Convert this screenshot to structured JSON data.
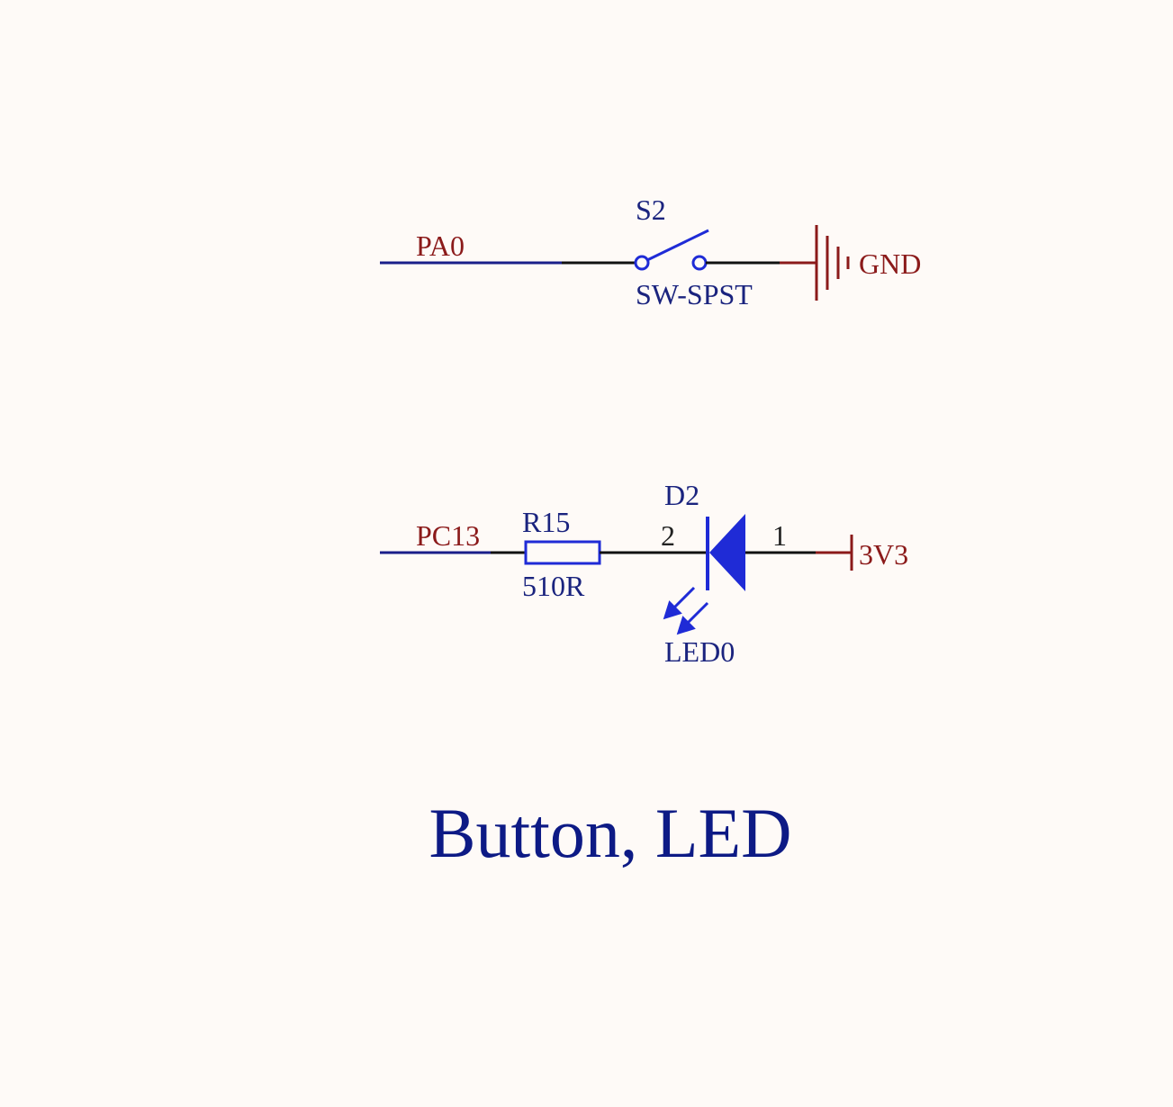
{
  "colors": {
    "background": "#fefaf7",
    "component": "#1f2bd6",
    "net_wire": "#1a1f8a",
    "power": "#8b1a1a",
    "wire": "#111111",
    "text_blue": "#1a237e",
    "title": "#0d1a85"
  },
  "switch_circuit": {
    "net_label": "PA0",
    "designator": "S2",
    "part": "SW-SPST",
    "power_label": "GND"
  },
  "led_circuit": {
    "net_label": "PC13",
    "resistor_designator": "R15",
    "resistor_value": "510R",
    "diode_designator": "D2",
    "diode_pin_anode": "2",
    "diode_pin_cathode": "1",
    "diode_part": "LED0",
    "power_label": "3V3"
  },
  "title": "Button, LED"
}
